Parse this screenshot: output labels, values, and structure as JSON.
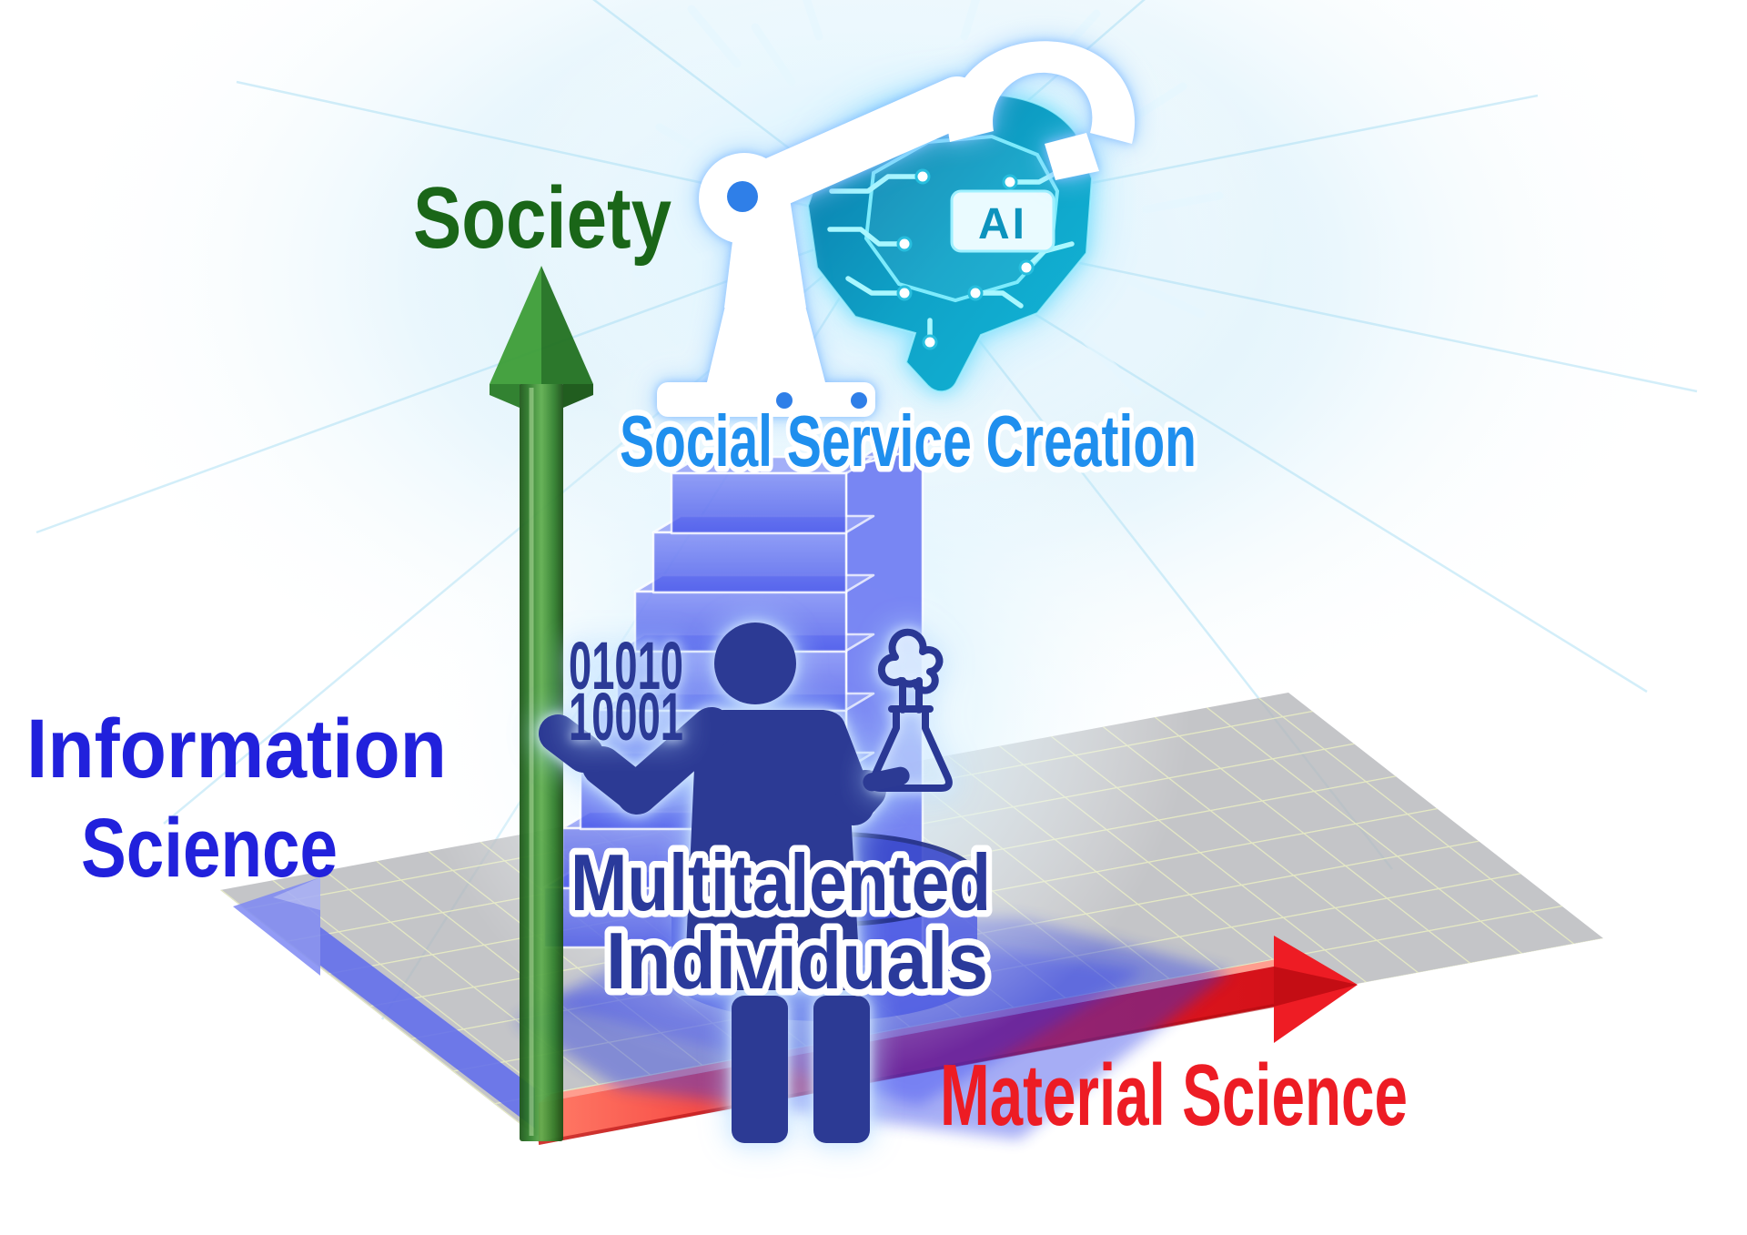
{
  "diagram": {
    "axis_society": {
      "label": "Society",
      "color": "#1a6618",
      "direction": "up"
    },
    "axis_information_science": {
      "line1": "Information",
      "line2": "Science",
      "color": "#2121dc",
      "direction": "left"
    },
    "axis_material_science": {
      "label": "Material Science",
      "color": "#ed1c24",
      "direction": "right"
    },
    "social_service_creation": {
      "label": "Social Service Creation",
      "color": "#1f8fee"
    },
    "multitalented": {
      "line1": "Multitalented",
      "line2": "Individuals",
      "color": "#2a3a9b"
    },
    "binary_code": {
      "line1": "01010",
      "line2": "10001",
      "color": "#2b3a96"
    },
    "ai_chip": {
      "label": "AI",
      "color": "#0c93bd"
    }
  }
}
